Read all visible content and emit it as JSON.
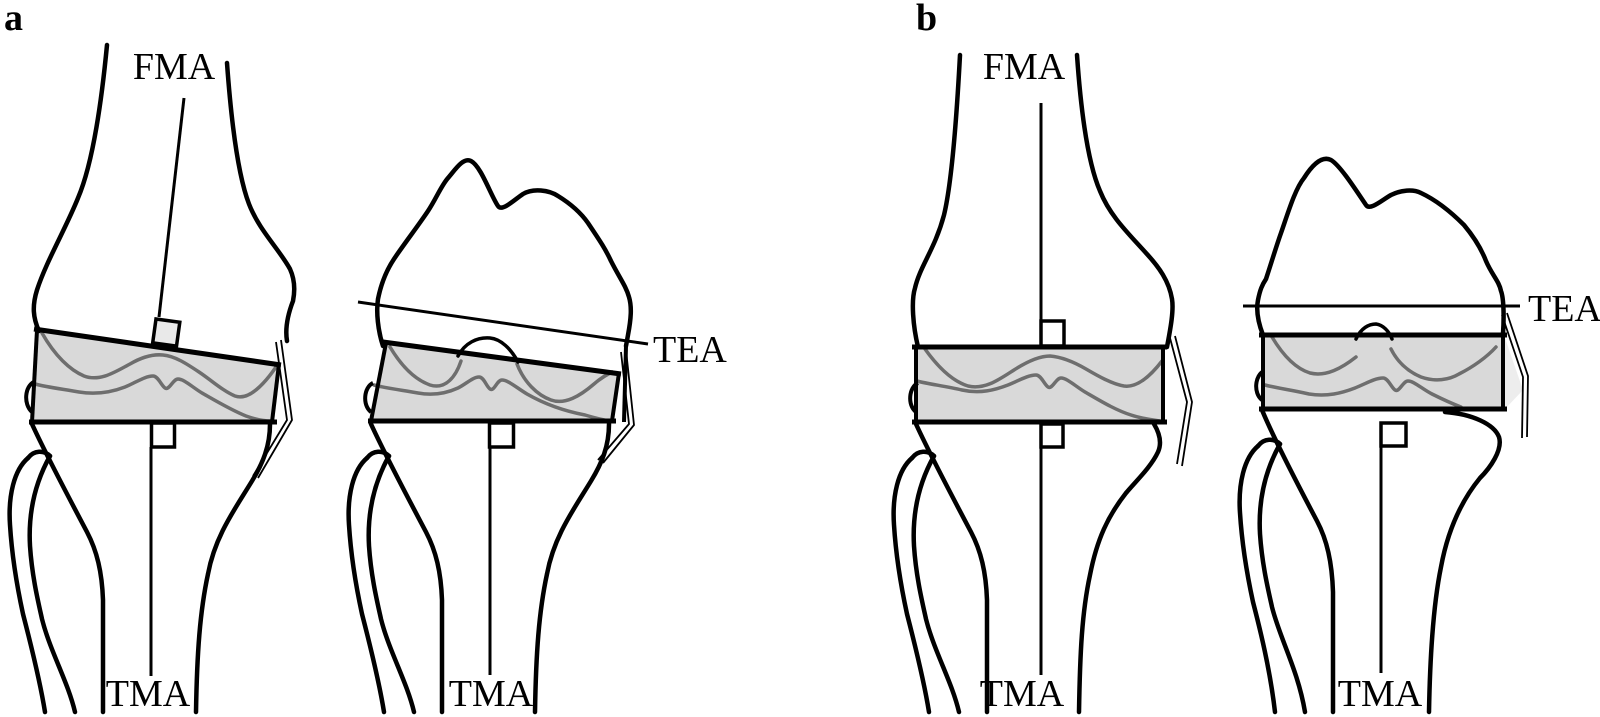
{
  "colors": {
    "background": "#ffffff",
    "line": "#000000",
    "gap_fill": "#d9d9d9",
    "wave": "#6e6e6e",
    "square_fill_tinted": "#e9e9e9",
    "ligament_wedge": "#ededed"
  },
  "panels": [
    {
      "label": "a",
      "extension_knee": {
        "femoral_axis_label": "FMA",
        "tibial_axis_label": "TMA"
      },
      "flexion_knee": {
        "epicondylar_axis_label": "TEA",
        "tibial_axis_label": "TMA"
      }
    },
    {
      "label": "b",
      "extension_knee": {
        "femoral_axis_label": "FMA",
        "tibial_axis_label": "TMA"
      },
      "flexion_knee": {
        "epicondylar_axis_label": "TEA",
        "tibial_axis_label": "TMA"
      }
    }
  ]
}
